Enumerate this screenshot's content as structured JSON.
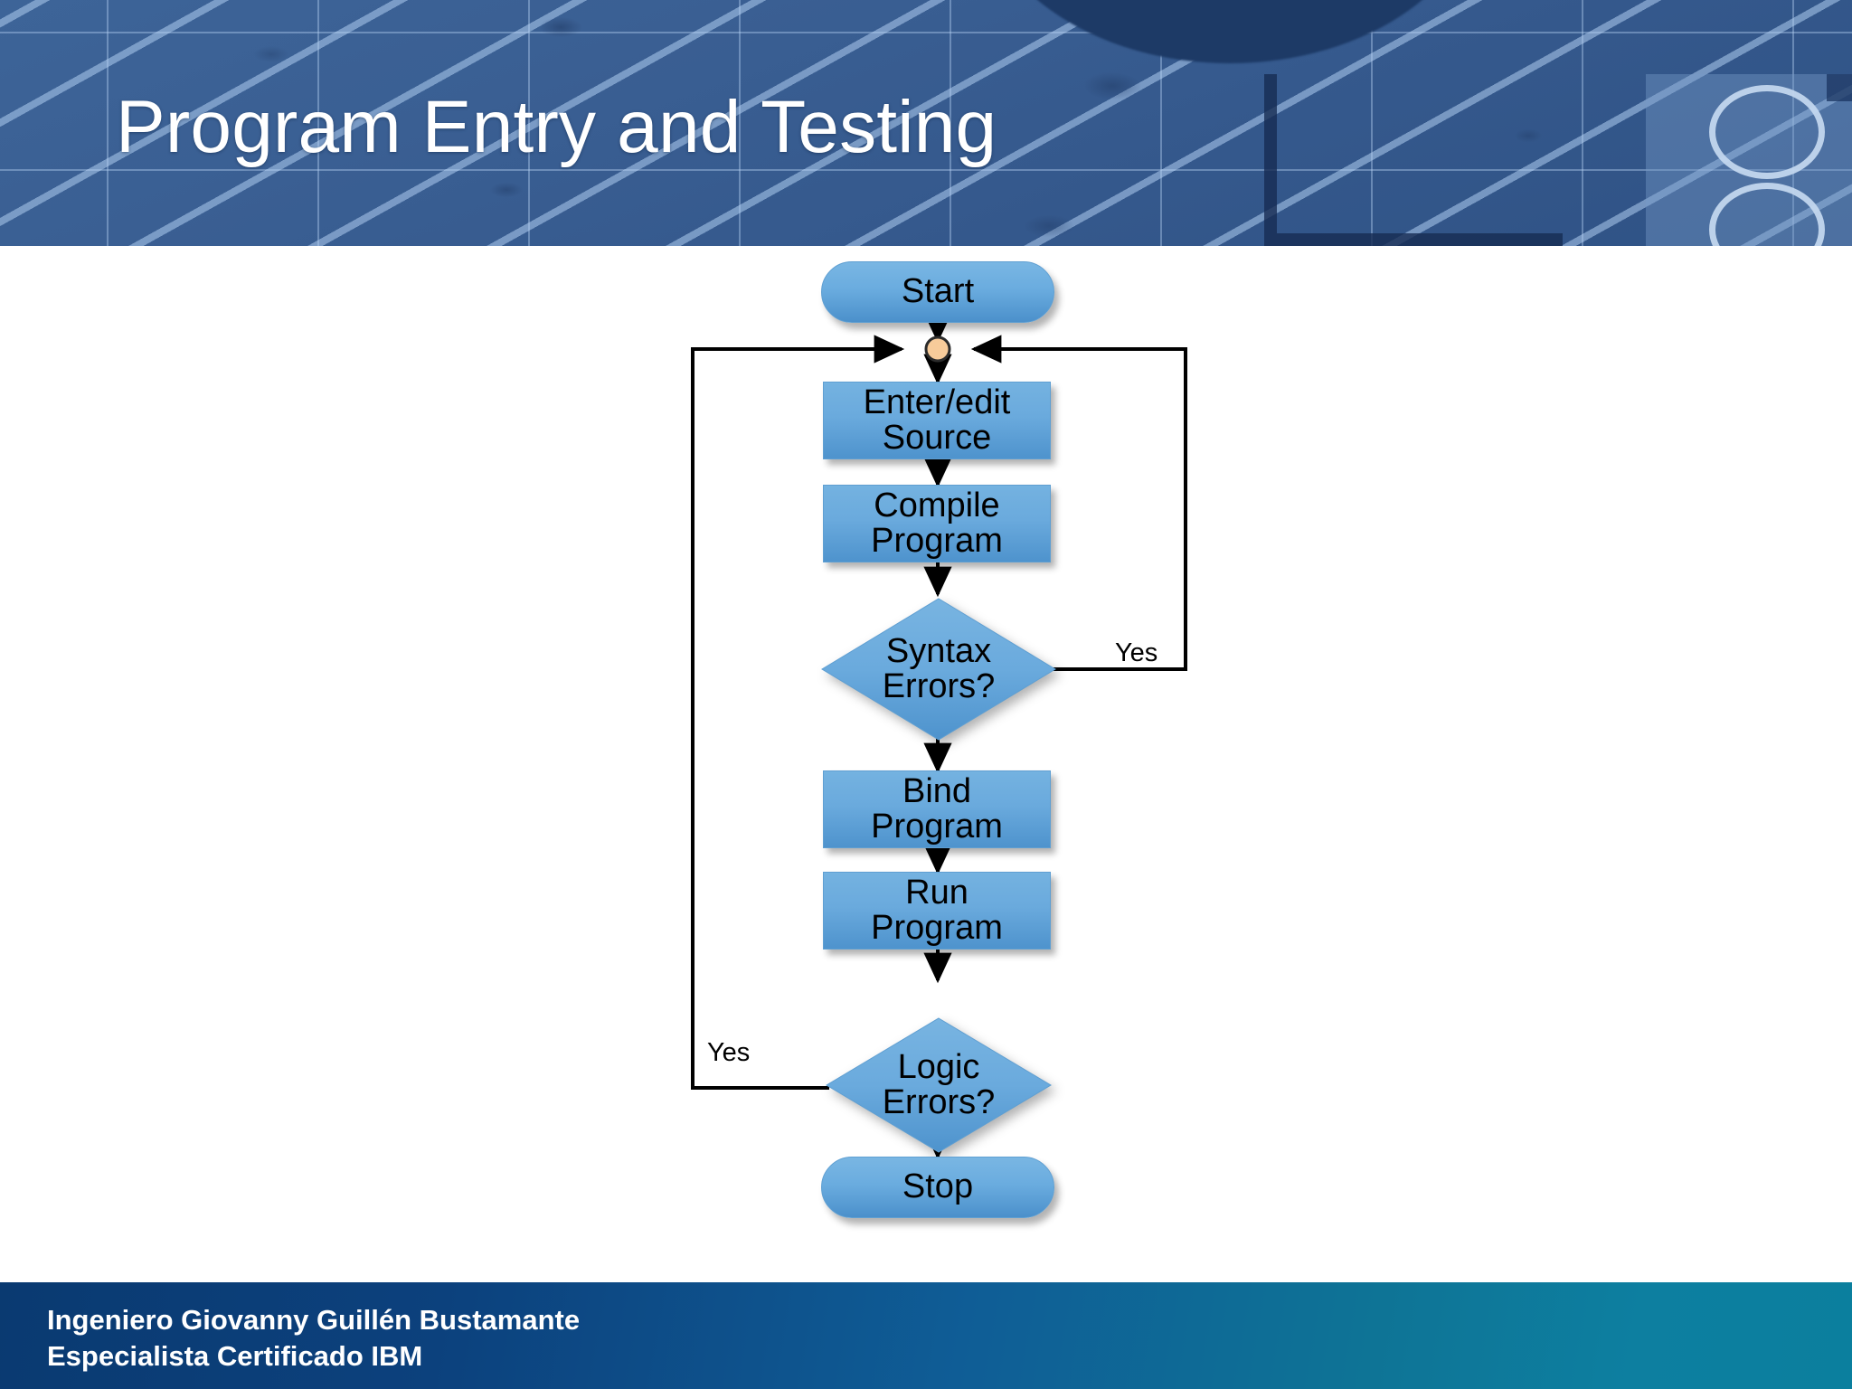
{
  "slide": {
    "title": "Program Entry and Testing",
    "background_color": "#ffffff"
  },
  "header": {
    "title": "Program Entry and Testing",
    "band_color": "#35598d",
    "title_color": "#ffffff",
    "decor": {
      "ring_1": "circle-outline-icon",
      "ring_2": "circle-outline-icon"
    }
  },
  "footer": {
    "line1": "Ingeniero Giovanny Guillén Bustamante",
    "line2": "Especialista Certificado IBM",
    "band_color_left": "#0a3a71",
    "band_color_right": "#0b7f9e",
    "text_color": "#ffffff"
  },
  "chart_data": {
    "type": "diagram",
    "diagram_kind": "flowchart",
    "title": "Program Entry and Testing",
    "shape_fill": "#6aaadd",
    "merge_node_fill": "#f7cb9a",
    "connector_color": "#000000",
    "nodes": [
      {
        "id": "start",
        "label": "Start",
        "shape": "terminator"
      },
      {
        "id": "merge",
        "label": "",
        "shape": "connector-dot"
      },
      {
        "id": "enter_edit",
        "label": "Enter/edit\nSource",
        "shape": "process"
      },
      {
        "id": "compile",
        "label": "Compile\nProgram",
        "shape": "process"
      },
      {
        "id": "syntax",
        "label": "Syntax\nErrors?",
        "shape": "decision"
      },
      {
        "id": "bind",
        "label": "Bind\nProgram",
        "shape": "process"
      },
      {
        "id": "run",
        "label": "Run\nProgram",
        "shape": "process"
      },
      {
        "id": "logic",
        "label": "Logic\nErrors?",
        "shape": "decision"
      },
      {
        "id": "stop",
        "label": "Stop",
        "shape": "terminator"
      }
    ],
    "node_labels": {
      "start": "Start",
      "enter_edit_l1": "Enter/edit",
      "enter_edit_l2": "Source",
      "compile_l1": "Compile",
      "compile_l2": "Program",
      "syntax_l1": "Syntax",
      "syntax_l2": "Errors?",
      "bind_l1": "Bind",
      "bind_l2": "Program",
      "run_l1": "Run",
      "run_l2": "Program",
      "logic_l1": "Logic",
      "logic_l2": "Errors?",
      "stop": "Stop"
    },
    "edges": [
      {
        "from": "start",
        "to": "merge",
        "label": ""
      },
      {
        "from": "merge",
        "to": "enter_edit",
        "label": ""
      },
      {
        "from": "enter_edit",
        "to": "compile",
        "label": ""
      },
      {
        "from": "compile",
        "to": "syntax",
        "label": ""
      },
      {
        "from": "syntax",
        "to": "merge",
        "label": "Yes",
        "route": "right-loop"
      },
      {
        "from": "syntax",
        "to": "bind",
        "label": ""
      },
      {
        "from": "bind",
        "to": "run",
        "label": ""
      },
      {
        "from": "run",
        "to": "logic",
        "label": ""
      },
      {
        "from": "logic",
        "to": "merge",
        "label": "Yes",
        "route": "left-loop"
      },
      {
        "from": "logic",
        "to": "stop",
        "label": ""
      }
    ],
    "edge_labels": {
      "syntax_yes": "Yes",
      "logic_yes": "Yes"
    }
  }
}
